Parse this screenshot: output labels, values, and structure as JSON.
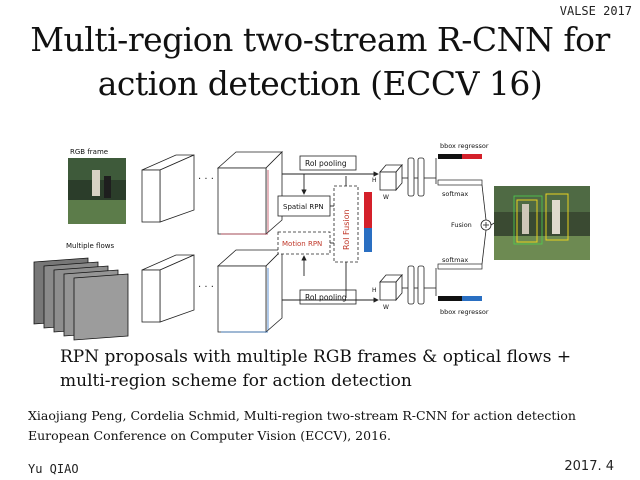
{
  "header": {
    "tag": "VALSE 2017"
  },
  "title": {
    "line1": "Multi-region two-stream R-CNN for",
    "line2": "action detection (ECCV 16)"
  },
  "diagram": {
    "rgb_frame": "RGB frame",
    "multiple_flows": "Multiple flows",
    "roi_pooling_top": "RoI pooling",
    "roi_pooling_bottom": "RoI pooling",
    "spatial_rpn": "Spatial RPN",
    "motion_rpn": "Motion RPN",
    "roi_fusion": "RoI Fusion",
    "bbox_regressor_top": "bbox regressor",
    "bbox_regressor_bottom": "bbox regressor",
    "softmax_top": "softmax",
    "softmax_bottom": "softmax",
    "fusion": "Fusion",
    "h_top": "H",
    "w_top": "W",
    "h_bottom": "H",
    "w_bottom": "W",
    "dots_top": "· · ·",
    "dots_bottom": "· · ·",
    "colors": {
      "red": "#d4202a",
      "blue": "#2a6fc2",
      "motion_text": "#c0392b"
    }
  },
  "body": {
    "line1": "RPN proposals with multiple RGB frames & optical flows +",
    "line2": "multi-region scheme for action detection"
  },
  "reference": {
    "line1": "Xiaojiang Peng, Cordelia Schmid, Multi-region two-stream R-CNN for action detection",
    "line2": "European Conference on Computer Vision (ECCV), 2016."
  },
  "footer": {
    "author": "Yu QIAO",
    "date": "2017. 4"
  }
}
